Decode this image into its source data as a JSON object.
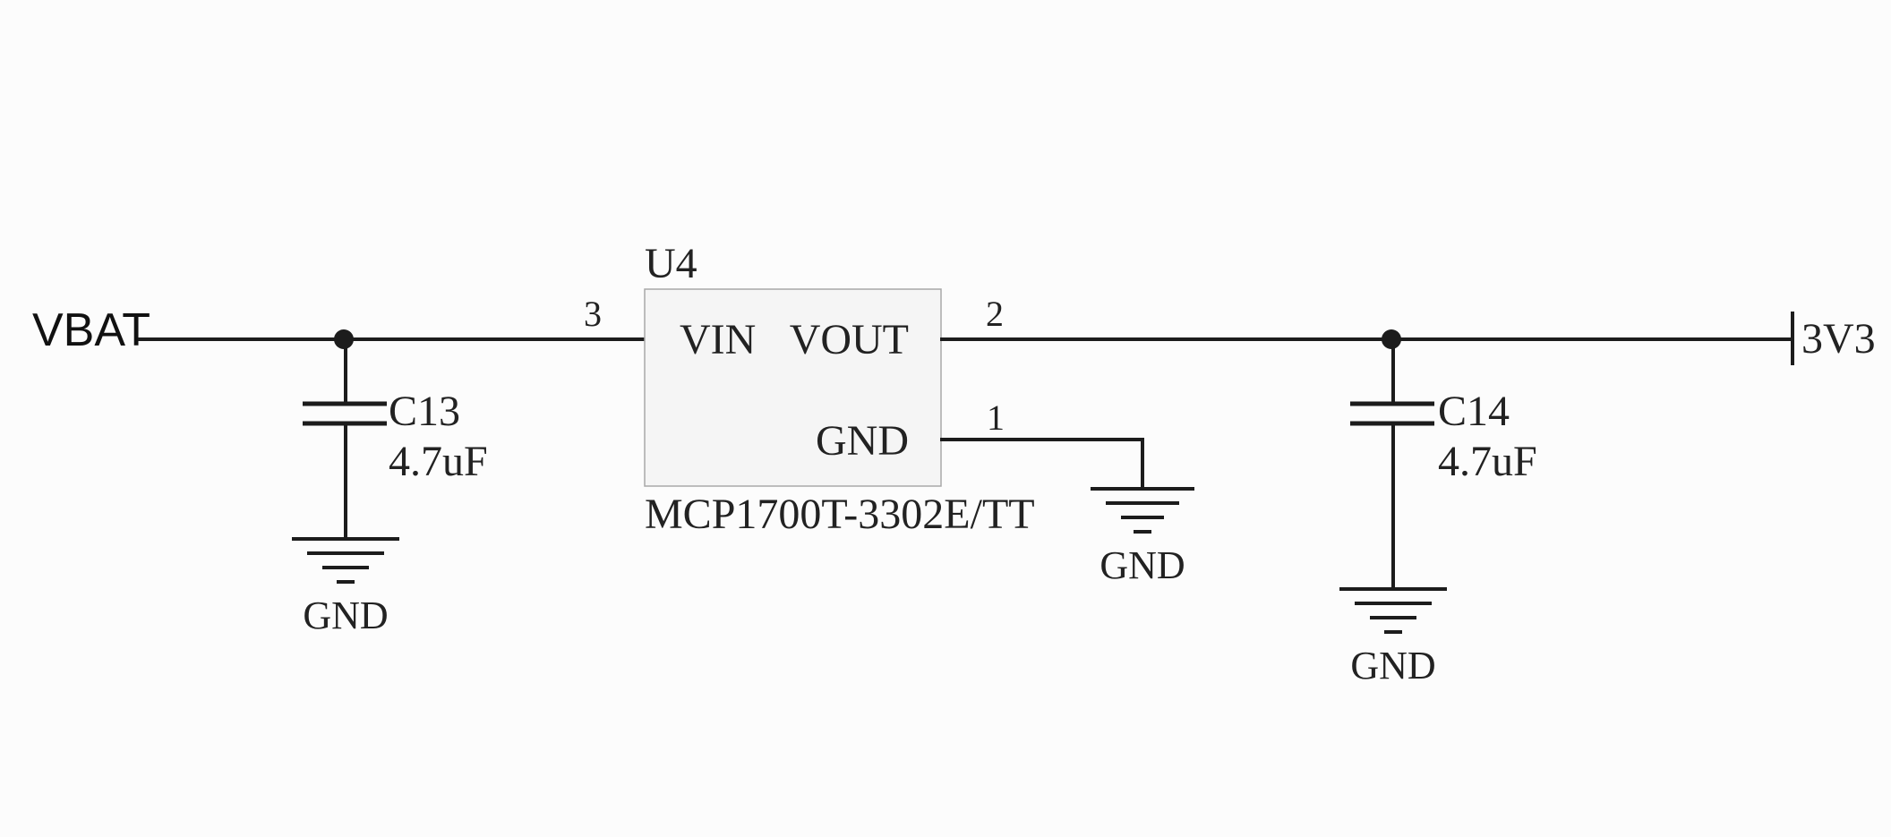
{
  "nets": {
    "input": "VBAT",
    "output": "3V3",
    "ground": "GND"
  },
  "regulator": {
    "designator": "U4",
    "part_number": "MCP1700T-3302E/TT",
    "pins": [
      {
        "name": "VIN",
        "number": "3"
      },
      {
        "name": "VOUT",
        "number": "2"
      },
      {
        "name": "GND",
        "number": "1"
      }
    ]
  },
  "capacitors": [
    {
      "designator": "C13",
      "value": "4.7uF"
    },
    {
      "designator": "C14",
      "value": "4.7uF"
    }
  ],
  "colors": {
    "wire": "#1c1c1c",
    "chip_fill": "#f5f5f5",
    "chip_border": "#a8a8a8",
    "background": "#fcfcfc"
  }
}
